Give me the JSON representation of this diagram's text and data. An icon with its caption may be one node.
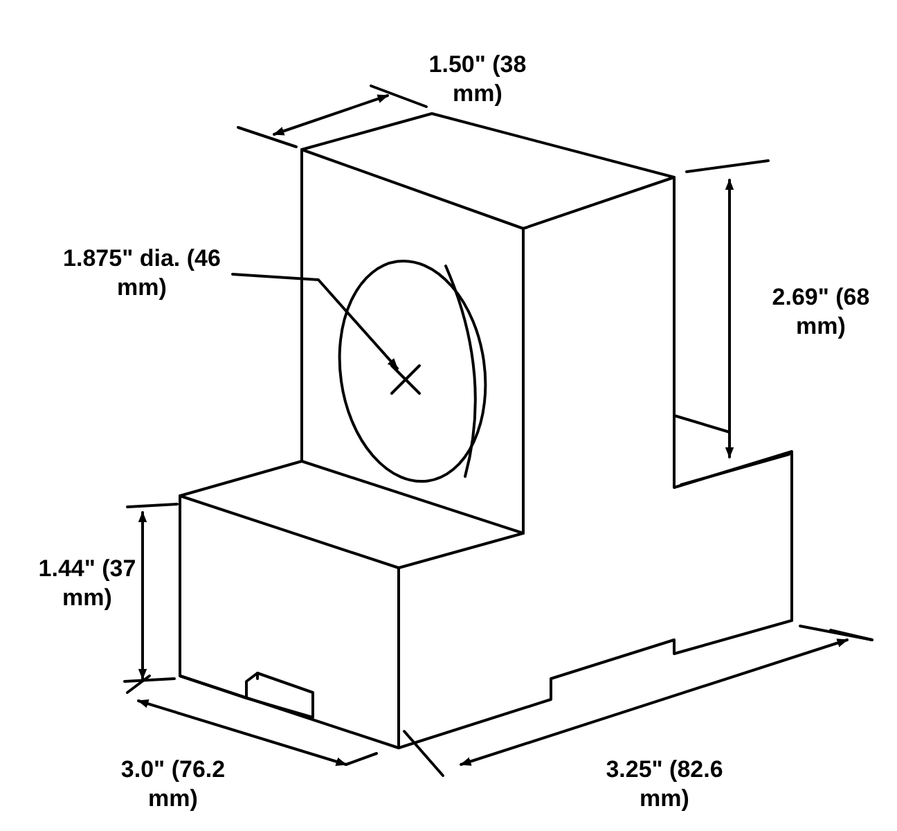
{
  "diagram": {
    "nodes": [
      {
        "text": [
          "1.875\" dia. (46 mm)"
        ]
      },
      {
        "text": [],
        "shape": "cross"
      }
    ],
    "edges": [
      {
        "from": 0,
        "to": 1,
        "arrow": "to"
      }
    ],
    "labels": [
      "1.50\" (38 mm)",
      "2.69\" (68 mm)",
      "1.44\" (37 mm)",
      "3.0\" (76.2 mm)",
      "3.25\" (82.6 mm)"
    ]
  }
}
